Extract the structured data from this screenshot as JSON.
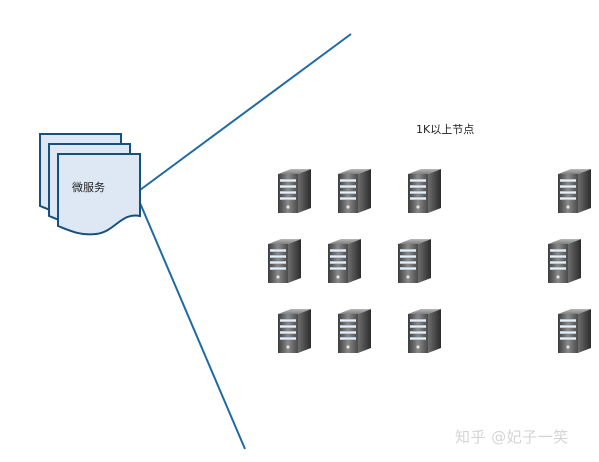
{
  "diagram": {
    "document_label": "微服务",
    "cluster_label": "1K以上节点",
    "server_icon": "server-icon",
    "line_color": "#1f6aa5",
    "document_fill": "#dde8f4",
    "document_stroke": "#17507f"
  },
  "watermark": {
    "text": "知乎 @妃子一笑"
  }
}
